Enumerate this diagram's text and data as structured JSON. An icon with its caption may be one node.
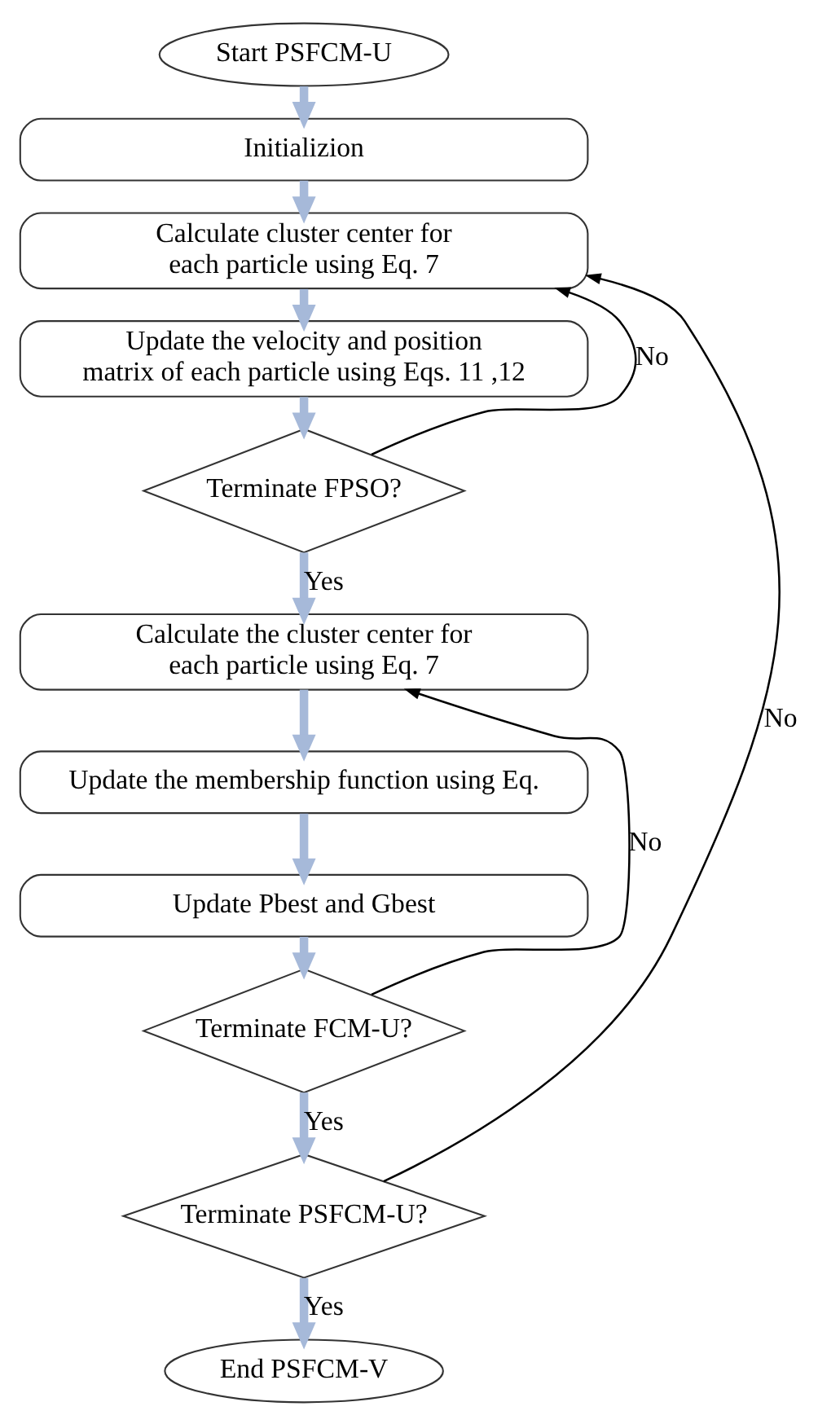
{
  "diagram": {
    "nodes": [
      {
        "text": [
          "Start PSFCM-U"
        ]
      },
      {
        "text": [
          "Initializion"
        ]
      },
      {
        "text": [
          "Calculate cluster center for each particle using Eq. 7"
        ]
      },
      {
        "text": [
          "Update the velocity and position matrix of each particle using Eqs. 11 ,12"
        ]
      },
      {
        "text": [
          "Terminate FPSO?"
        ]
      },
      {
        "text": [
          "Calculate the cluster center for each particle using Eq. 7"
        ]
      },
      {
        "text": [
          "Update the membership function using Eq."
        ]
      },
      {
        "text": [
          "Update Pbest and Gbest"
        ]
      },
      {
        "text": [
          "Terminate FCM-U?"
        ]
      },
      {
        "text": [
          "Terminate PSFCM-U?"
        ]
      },
      {
        "text": [
          "End PSFCM-V"
        ]
      }
    ],
    "edges": [
      {
        "from": 0,
        "to": 1,
        "arrow": "to"
      },
      {
        "from": 1,
        "to": 2,
        "arrow": "to"
      },
      {
        "from": 2,
        "to": 3,
        "arrow": "to"
      },
      {
        "from": 3,
        "to": 4,
        "arrow": "to"
      },
      {
        "from": 4,
        "to": 2,
        "arrow": "to",
        "label": "No",
        "color": "#000000"
      },
      {
        "from": 4,
        "to": 5,
        "arrow": "to",
        "label": "Yes"
      },
      {
        "from": 5,
        "to": 6,
        "arrow": "to"
      },
      {
        "from": 6,
        "to": 7,
        "arrow": "to"
      },
      {
        "from": 7,
        "to": 8,
        "arrow": "to"
      },
      {
        "from": 8,
        "to": 5,
        "arrow": "to",
        "label": "No",
        "color": "#000000"
      },
      {
        "from": 8,
        "to": 9,
        "arrow": "to",
        "label": "Yes"
      },
      {
        "from": 9,
        "to": 2,
        "arrow": "to",
        "label": "No",
        "color": "#000000"
      },
      {
        "from": 9,
        "to": 10,
        "arrow": "to",
        "label": "Yes"
      }
    ]
  }
}
